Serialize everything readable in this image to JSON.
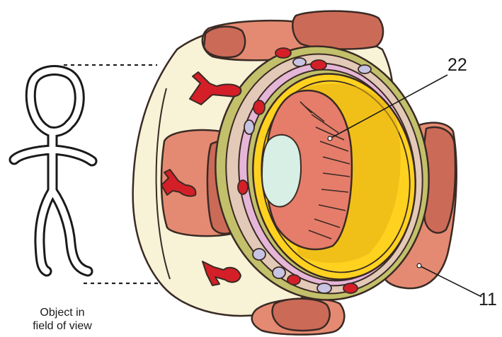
{
  "labels": {
    "callout_22": "22",
    "callout_11": "11",
    "caption_line1": "Object in",
    "caption_line2": "field of view"
  },
  "colors": {
    "outline": "#3a2a24",
    "fat_tissue": "#f8f2d6",
    "muscle": "#e58a72",
    "muscle_dark": "#cc6a58",
    "vessel_red": "#d41f28",
    "nerve_blue": "#c7c3e2",
    "sclera_band": "#e3c9b7",
    "choroid_band": "#e6b6d8",
    "olive_band": "#c2c06a",
    "retina_yellow": "#ffd21f",
    "retina_dark": "#e6b012",
    "lens_green": "#d7efe4",
    "fovea_salmon": "#e57d6a"
  },
  "icons": {
    "person": "stick-figure-icon"
  }
}
